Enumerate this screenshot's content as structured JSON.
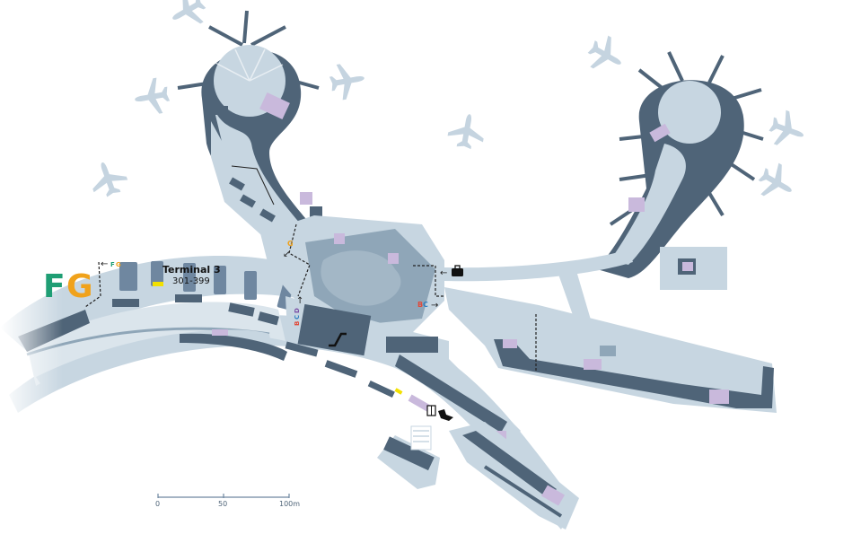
{
  "map": {
    "terminal": {
      "name": "Terminal 3",
      "range": "301-399"
    },
    "piers": {
      "f": "F",
      "g": "G"
    },
    "directions": {
      "fg_arrow": "←",
      "fg_f": "F",
      "fg_g": "G",
      "g_small": "G",
      "g_arrow": "↙",
      "baggage_arrow": "←",
      "bc_b": "B",
      "bc_c": "C",
      "bc_arrow": "→",
      "bcd_arrow": "↑",
      "bcd_b": "B",
      "bcd_c": "C",
      "bcd_d": "D"
    },
    "scale": {
      "ticks": [
        "0",
        "50",
        "100m"
      ]
    },
    "colors": {
      "background": "#ffffff",
      "floor": "#c7d6e1",
      "building": "#4f6478",
      "interior": "#8fa6b8",
      "shop": "#c9b9dc",
      "plane": "#c5d4e0",
      "pier_f": "#1f9e74",
      "pier_g": "#f0a21b",
      "accent_blue": "#2f7fc1",
      "accent_red": "#e04a3a",
      "accent_yellow": "#f2e000"
    },
    "icons": [
      "airplane-icon",
      "baggage-icon",
      "restroom-icon",
      "escalator-icon",
      "security-icon"
    ]
  }
}
